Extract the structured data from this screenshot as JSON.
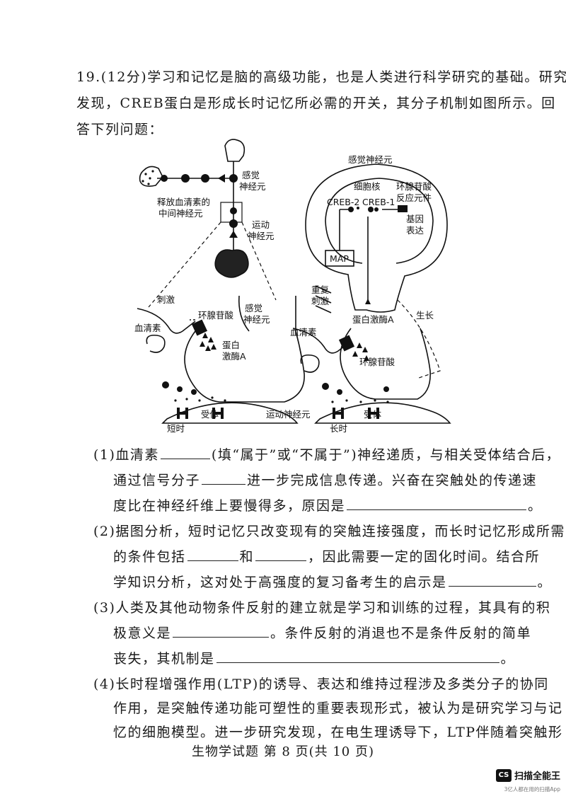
{
  "question": {
    "line1": "19.(12分)学习和记忆是脑的高级功能，也是人类进行科学研究的基础。研究",
    "line2": "发现，CREB蛋白是形成长时记忆所必需的开关，其分子机制如图所示。回",
    "line3": "答下列问题："
  },
  "diagram": {
    "left_top": {
      "sensory": "感觉",
      "neuron": "神经元",
      "release": "释放血清素的",
      "inter": "中间神经元",
      "motor1": "运动",
      "motor2": "神经元"
    },
    "left_bottom": {
      "stimulus": "刺激",
      "serotonin": "血清素",
      "camp": "环腺苷酸",
      "sensory": "感觉",
      "neuron": "神经元",
      "pka1": "蛋白",
      "pka2": "激酶A",
      "receptor": "受体",
      "motor_neuron": "运动神经元",
      "short": "短时"
    },
    "right": {
      "sensory_neuron": "感觉神经元",
      "nucleus": "细胞核",
      "creb2": "CREB-2",
      "creb1": "CREB-1",
      "element1": "环腺苷酸",
      "element2": "反应元件",
      "gene1": "基因",
      "gene2": "表达",
      "map": "MAP",
      "repeat1": "重复",
      "repeat2": "刺激",
      "pka": "蛋白激酶A",
      "growth": "生长",
      "serotonin": "血清素",
      "camp": "环腺苷酸",
      "receptor": "受体",
      "long": "长时"
    }
  },
  "parts": {
    "p1_a": "(1)血清素",
    "p1_b": "(填“属于”或“不属于”)神经递质，与相关受体结合后，",
    "p1_c": "通过信号分子",
    "p1_d": "进一步完成信息传递。兴奋在突触处的传递速",
    "p1_e": "度比在神经纤维上要慢得多，原因是",
    "p1_end": "。",
    "p2_a": "(2)据图分析，短时记忆只改变现有的突触连接强度，而长时记忆形成所需",
    "p2_b": "的条件包括",
    "p2_and": "和",
    "p2_c": "，因此需要一定的固化时间。结合所",
    "p2_d": "学知识分析，这对处于高强度的复习备考生的启示是",
    "p2_end": "。",
    "p3_a": "(3)人类及其他动物条件反射的建立就是学习和训练的过程，其具有的积",
    "p3_b": "极意义是",
    "p3_c": "。条件反射的消退也不是条件反射的简单",
    "p3_d": "丧失，其机制是",
    "p3_end": "。",
    "p4_a": "(4)长时程增强作用(LTP)的诱导、表达和维持过程涉及多类分子的协同",
    "p4_b": "作用，是突触传递功能可塑性的重要表现形式，被认为是研究学习与记",
    "p4_c": "忆的细胞模型。进一步研究发现，在电生理诱导下，LTP伴随着突触形"
  },
  "footer": "生物学试题 第 8 页(共 10 页)",
  "watermark": {
    "logo": "CS",
    "name": "扫描全能王",
    "tagline": "3亿人都在用的扫描App"
  }
}
